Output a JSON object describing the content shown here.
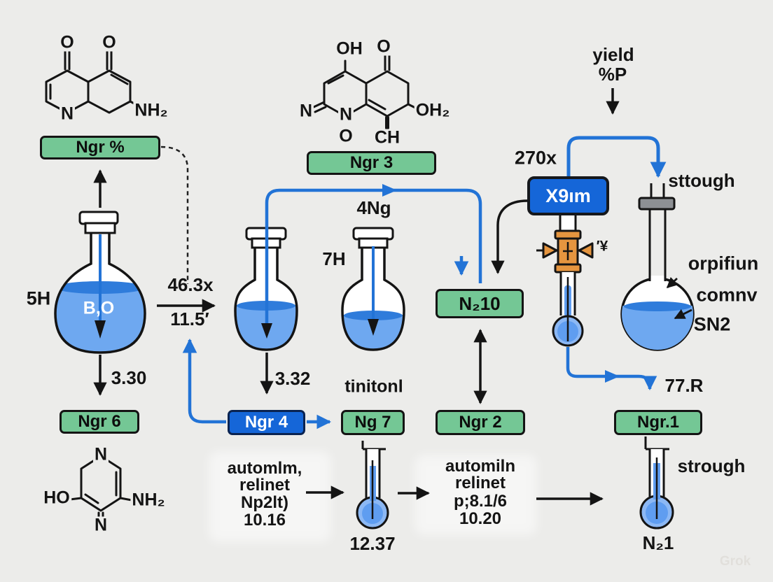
{
  "title": "chemical synthesis flow diagram",
  "colors": {
    "background": "#ececea",
    "green_box": "#74c795",
    "blue_box": "#1566d8",
    "blue_line": "#2273d6",
    "liquid_light": "#6ea8f0",
    "liquid_dark": "#2f7cdb",
    "bulb_light": "#8cb8f4",
    "bulb_mid": "#5f9df0",
    "valve_orange": "#e5953f",
    "stopper_gray": "#8d9094",
    "outline_black": "#141414"
  },
  "boxes": {
    "ngr_pct": "Ngr %",
    "ngr3": "Ngr 3",
    "ngr6": "Ngr 6",
    "ngr4": "Ngr 4",
    "ng7": "Ng 7",
    "n210": "N₂10",
    "ngr2": "Ngr 2",
    "ngr1": "Ngr.1",
    "x9im": "X9ım"
  },
  "labels": {
    "flask1_side": "5H",
    "flask1_liquid": "B,O",
    "ratio_top": "46.3x",
    "ratio_bottom": "11.5′",
    "arrow_330": "3.30",
    "arrow_332": "3.32",
    "flask3_top": "4Ng",
    "flask3_side": "7H",
    "tinitonl": "tinitonl",
    "yield1": "yield",
    "yield2": "%P",
    "mult270": "270x",
    "sttough_top": "sttough",
    "strough_bottom": "strough",
    "orpifiun": "orpifiun",
    "comnv": "comnv",
    "sn2": "SN2",
    "r77": "77.R",
    "valve_glyph": "′¥",
    "tube1_value": "12.37",
    "tube2_value": "N₂1",
    "watermark": "Grok"
  },
  "texts": {
    "block1": [
      "automlm,",
      "relinet",
      "Np2lt)",
      "10.16"
    ],
    "block2": [
      "automiln",
      "relinet",
      "p;8.1/6",
      "10.20"
    ]
  },
  "structures": {
    "s1": {
      "o_left": "O",
      "o_right": "O",
      "n_ring": "N",
      "nh2": "NH₂"
    },
    "s2": {
      "oh": "OH",
      "o_carbonyl": "O",
      "n_left": "N",
      "n_ring": "N",
      "o_oxide": "O",
      "ch": "CH",
      "oh2": "OH₂"
    },
    "s3": {
      "n_top": "N",
      "ho": "HO",
      "nh2": "NH₂",
      "n_imine": "N"
    }
  }
}
